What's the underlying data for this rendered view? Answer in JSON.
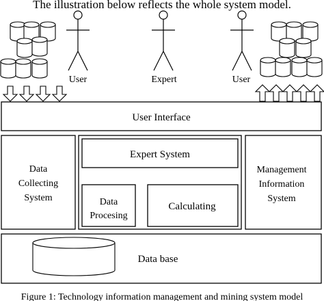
{
  "header": {
    "text": "The illustration below reflects the whole system model."
  },
  "actors": [
    {
      "label": "User"
    },
    {
      "label": "Expert"
    },
    {
      "label": "User"
    }
  ],
  "boxes": {
    "user_interface": "User Interface",
    "data_collecting": {
      "line1": "Data",
      "line2": "Collecting",
      "line3": "System"
    },
    "expert_system": "Expert System",
    "data_processing": {
      "line1": "Data",
      "line2": "Procesing"
    },
    "calculating": "Calculating",
    "mis": {
      "line1": "Management",
      "line2": "Information",
      "line3": "System"
    },
    "database": "Data base"
  },
  "caption": {
    "text": "Figure 1: Technology information management and mining system model"
  }
}
